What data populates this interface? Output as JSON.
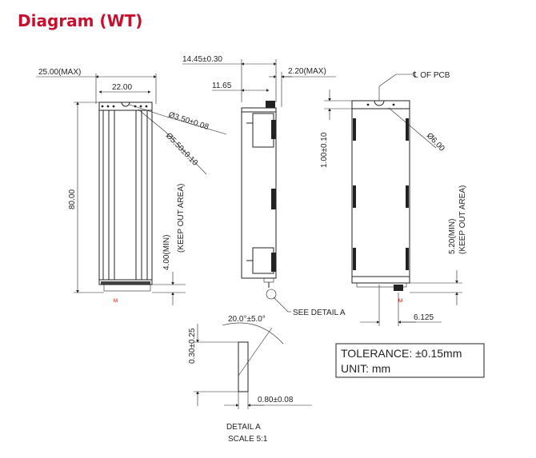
{
  "title": "Diagram (WT)",
  "left_view": {
    "max_width": "25.00(MAX)",
    "width": "22.00",
    "length": "80.00",
    "hole1": "Ø3.50±0.08",
    "hole2": "Ø5.50±0.10",
    "keepout": "4.00(MIN)",
    "keepout_note": "(KEEP OUT AREA)",
    "marker": "M"
  },
  "side_view": {
    "thickness": "14.45±0.30",
    "offset": "11.65",
    "pin_max": "2.20(MAX)",
    "detail_callout": "SEE DETAIL A"
  },
  "right_view": {
    "pcb": "℄ OF PCB",
    "top_gap": "1.00±0.10",
    "hole": "Ø6.00",
    "keepout": "5.20(MIN)",
    "keepout_note": "(KEEP OUT AREA)",
    "pin_offset": "6.125",
    "marker": "M"
  },
  "detail": {
    "angle": "20.0°±5.0°",
    "height": "0.30±0.25",
    "width": "0.80±0.08",
    "title": "DETAIL A",
    "scale": "SCALE 5:1"
  },
  "tolerance": {
    "line1": "TOLERANCE: ±0.15mm",
    "line2": "UNIT: mm"
  }
}
